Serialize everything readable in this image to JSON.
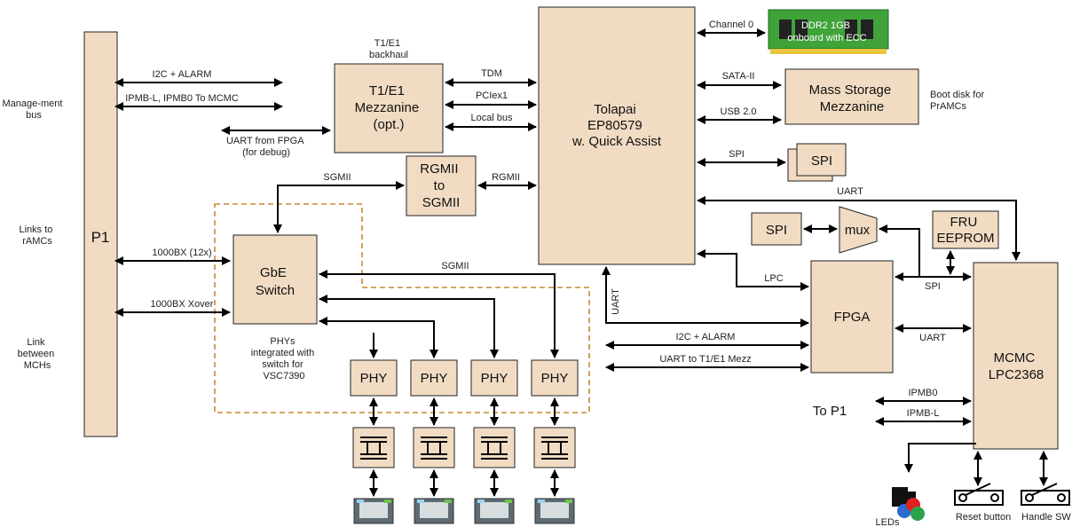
{
  "blocks": {
    "p1": "P1",
    "t1e1_mezz": [
      "T1/E1",
      "Mezzanine",
      "(opt.)"
    ],
    "tolapai": [
      "Tolapai",
      "EP80579",
      "w. Quick Assist"
    ],
    "rgmii_sgmii": [
      "RGMII",
      "to",
      "SGMII"
    ],
    "gbe_switch": [
      "GbE",
      "Switch"
    ],
    "mass_storage": [
      "Mass Storage",
      "Mezzanine"
    ],
    "spi_top": "SPI",
    "spi_left": "SPI",
    "mux": "mux",
    "fru": [
      "FRU",
      "EEPROM"
    ],
    "fpga": "FPGA",
    "mcmc": [
      "MCMC",
      "LPC2368"
    ],
    "phy": "PHY",
    "ddr2": [
      "DDR2 1GB",
      "onboard with ECC"
    ]
  },
  "side_labels": {
    "mgmt_bus": [
      "Manage-ment",
      "bus"
    ],
    "links_ramc": [
      "Links to",
      "rAMCs"
    ],
    "link_mchs": [
      "Link",
      "between",
      "MCHs"
    ],
    "boot_disk": [
      "Boot disk for",
      "PrAMCs"
    ],
    "phys_note": [
      "PHYs",
      "integrated with",
      "switch for",
      "VSC7390"
    ],
    "t1e1_backhaul": [
      "T1/E1",
      "backhaul"
    ],
    "uart_fpga": [
      "UART from FPGA",
      "(for debug)"
    ],
    "to_p1": "To P1"
  },
  "signals": {
    "i2c_alarm_p1": "I2C + ALARM",
    "ipmb_p1": "IPMB-L, IPMB0 To MCMC",
    "tdm": "TDM",
    "pciex1": "PCIex1",
    "local_bus": "Local bus",
    "channel0": "Channel 0",
    "sata": "SATA-II",
    "usb": "USB 2.0",
    "spi_bus": "SPI",
    "rgmii": "RGMII",
    "sgmii_top": "SGMII",
    "sgmii_mid": "SGMII",
    "bx12": "1000BX (12x)",
    "bx_xover": "1000BX  Xover",
    "uart_top": "UART",
    "lpc": "LPC",
    "spi_fpga": "SPI",
    "uart_fpga_mcmc": "UART",
    "uart_vert": "UART",
    "i2c_alarm": "I2C + ALARM",
    "uart_t1e1": "UART to T1/E1 Mezz",
    "ipmb0": "IPMB0",
    "ipmbl": "IPMB-L"
  },
  "peripherals": {
    "leds": "LEDs",
    "reset": "Reset button",
    "handle": "Handle SW"
  }
}
